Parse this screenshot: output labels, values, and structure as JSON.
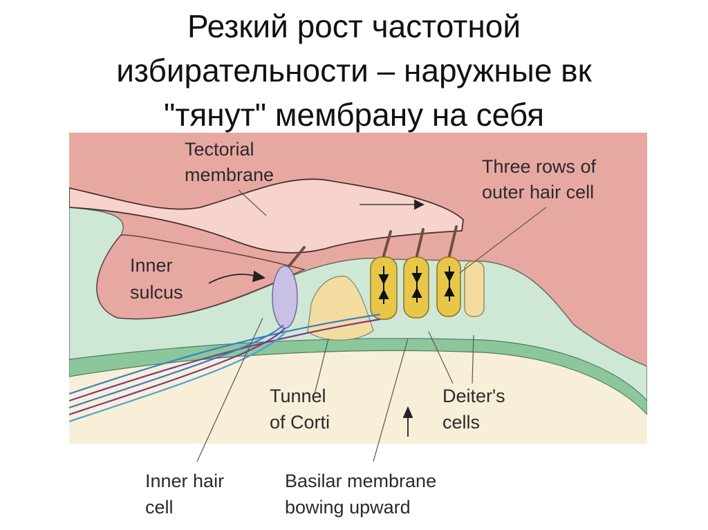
{
  "title": {
    "lines": [
      "Резкий рост частотной",
      "избирательности – наружные вк",
      "\"тянут\" мембрану на себя"
    ]
  },
  "diagram": {
    "labels": {
      "tectorial_1": "Tectorial",
      "tectorial_2": "membrane",
      "three_rows_1": "Three rows of",
      "three_rows_2": "outer hair cell",
      "inner_sulcus_1": "Inner",
      "inner_sulcus_2": "sulcus",
      "tunnel_1": "Tunnel",
      "tunnel_2": "of Corti",
      "deiters_1": "Deiter's",
      "deiters_2": "cells",
      "inner_hair_1": "Inner hair",
      "inner_hair_2": "cell",
      "basilar_1": "Basilar membrane",
      "basilar_2": "bowing upward"
    },
    "colors": {
      "endolymph": "#e8a8a2",
      "tectorial": "#f6d4cc",
      "organ": "#cfe8d6",
      "basilar": "#8cc79c",
      "cream": "#f8efd8",
      "hair_cell": "#e8c64a",
      "inner_hair_cell": "#c9c0e6"
    }
  }
}
